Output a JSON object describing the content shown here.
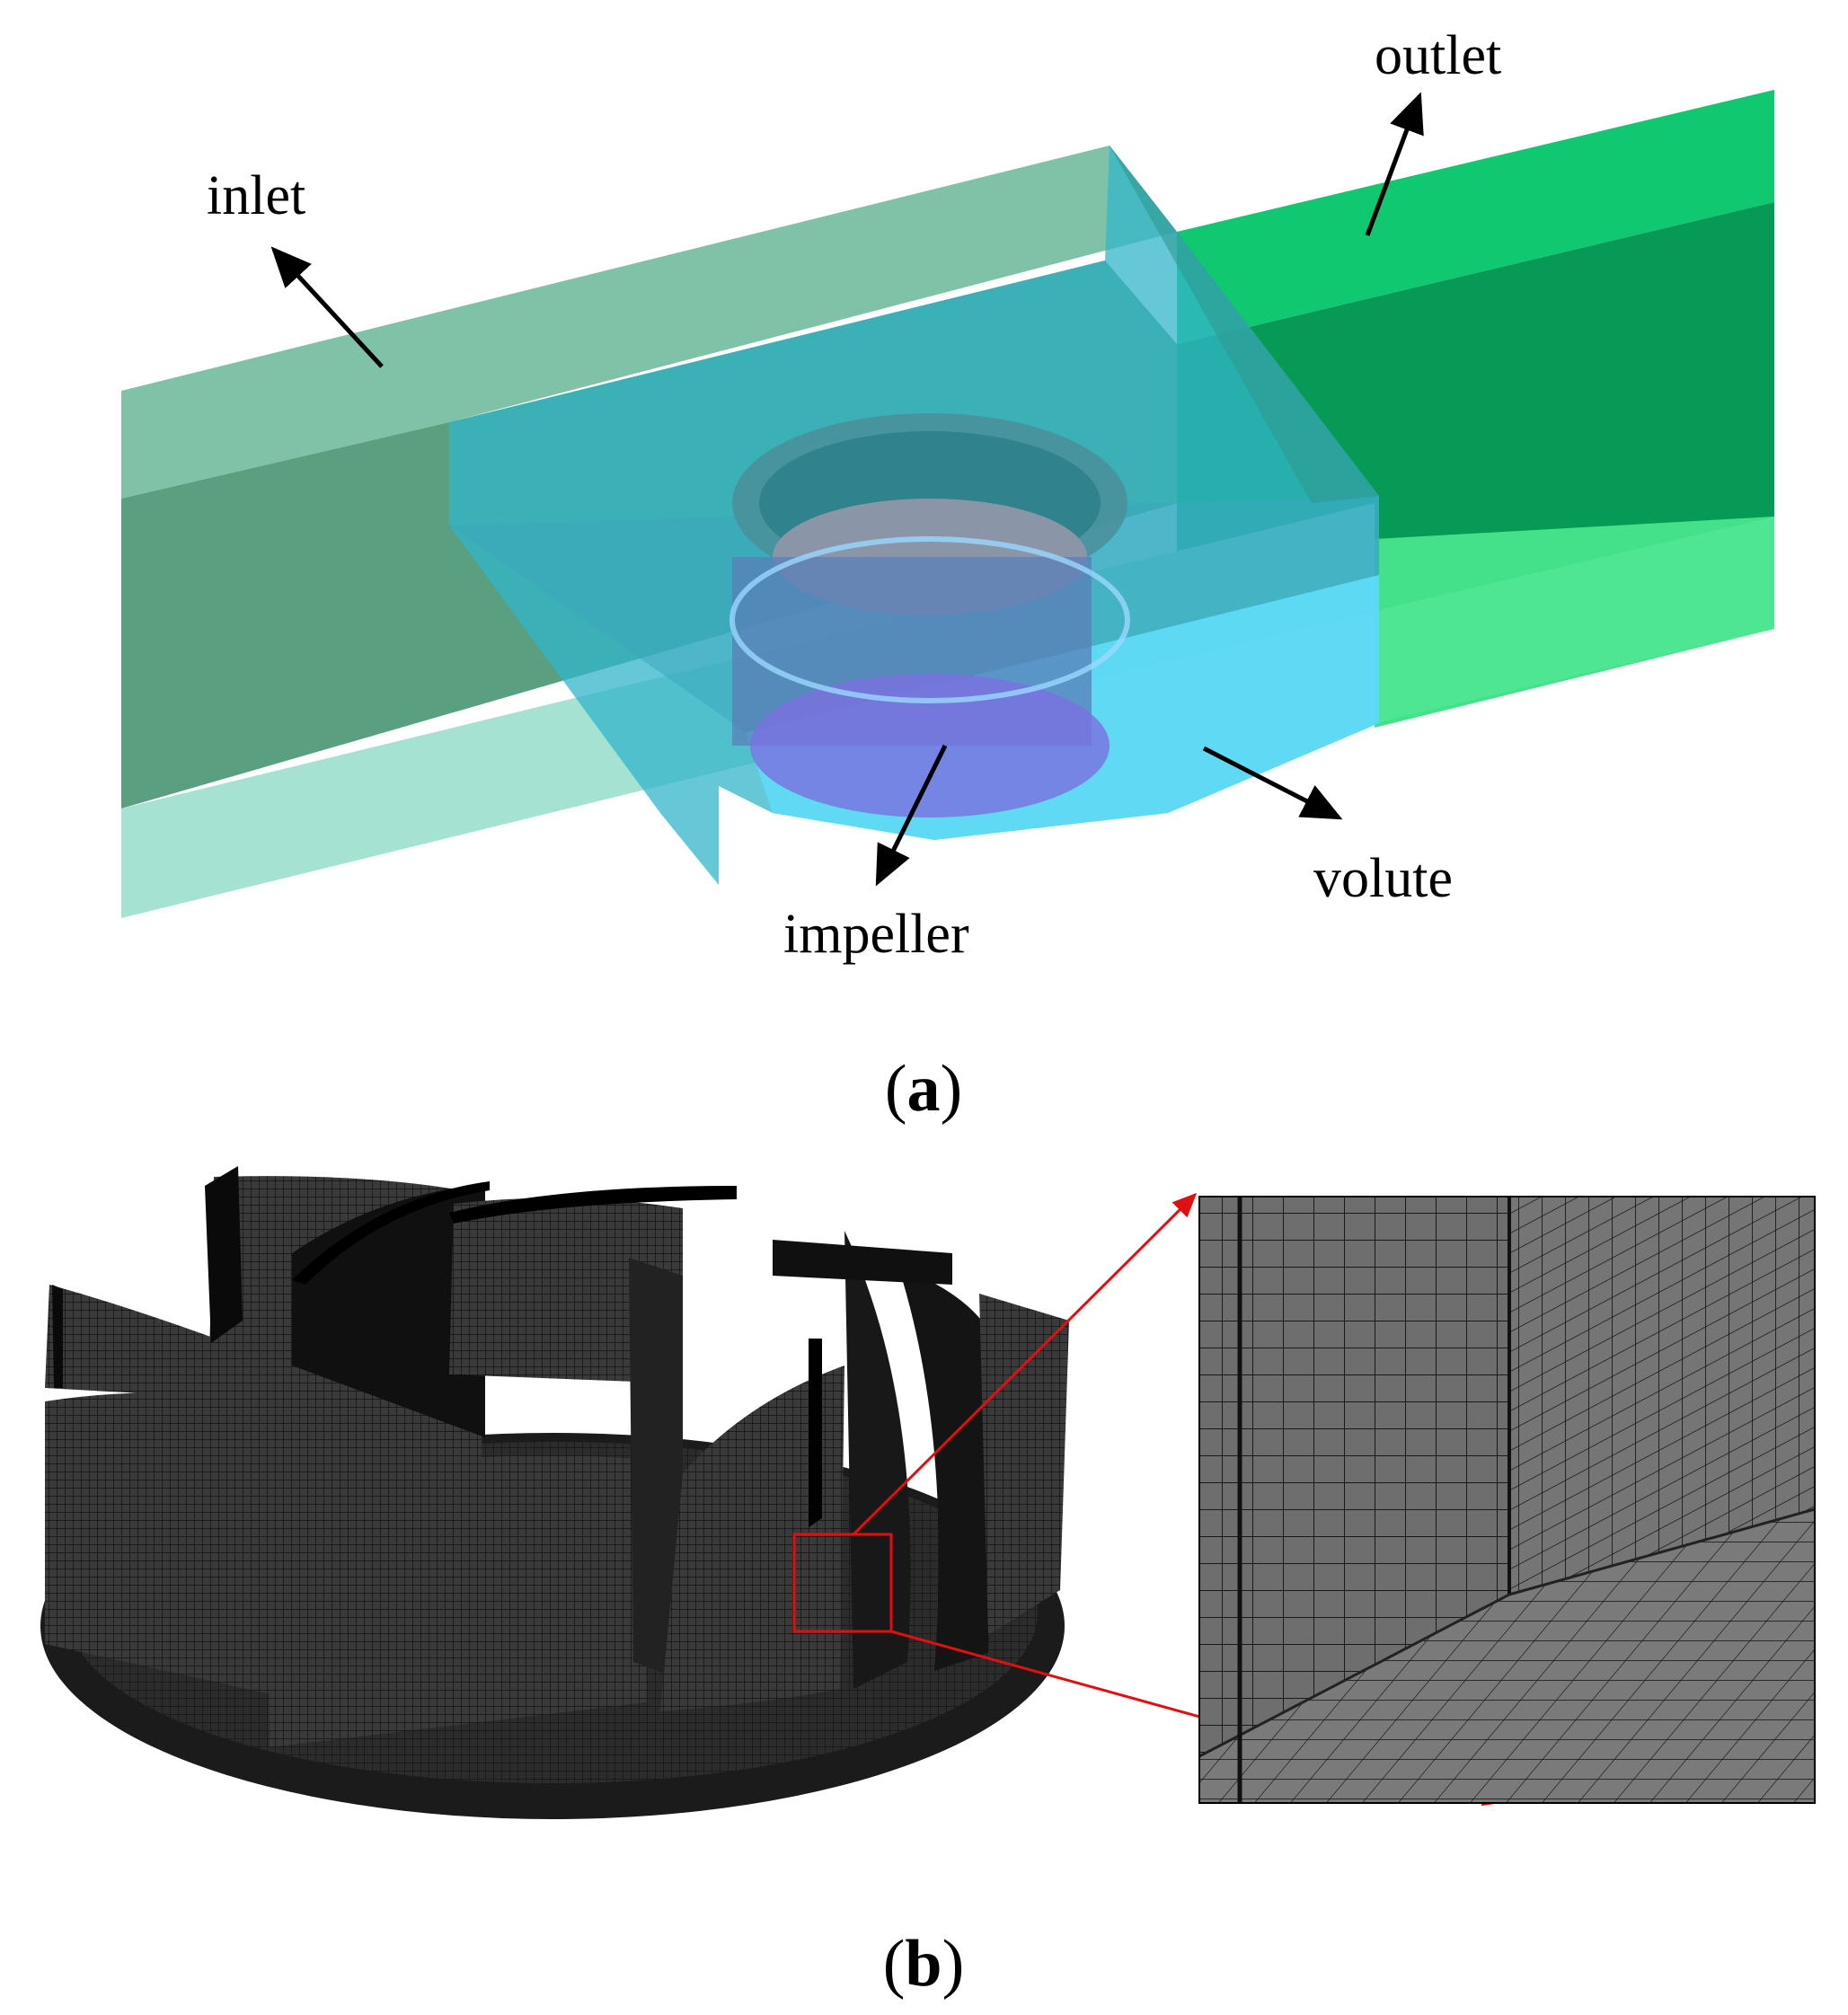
{
  "panel_a": {
    "labels": {
      "inlet": "inlet",
      "outlet": "outlet",
      "impeller": "impeller",
      "volute": "volute"
    },
    "caption": {
      "open": "(",
      "letter": "a",
      "close": ")"
    }
  },
  "panel_b": {
    "caption": {
      "open": "(",
      "letter": "b",
      "close": ")"
    }
  },
  "colors": {
    "inlet_duct": "#7fbfa8",
    "inlet_duct_dark": "#5aa58c",
    "outlet_duct": "#0fc46a",
    "outlet_duct_dark": "#07a458",
    "volute": "#44ccef",
    "impeller": "#9a8fd0",
    "mesh": "#1f1f1f",
    "zoom_box": "#e01010"
  },
  "icons": {
    "leader_arrow": "arrow-icon",
    "zoom_arrow": "red-arrow-icon"
  }
}
